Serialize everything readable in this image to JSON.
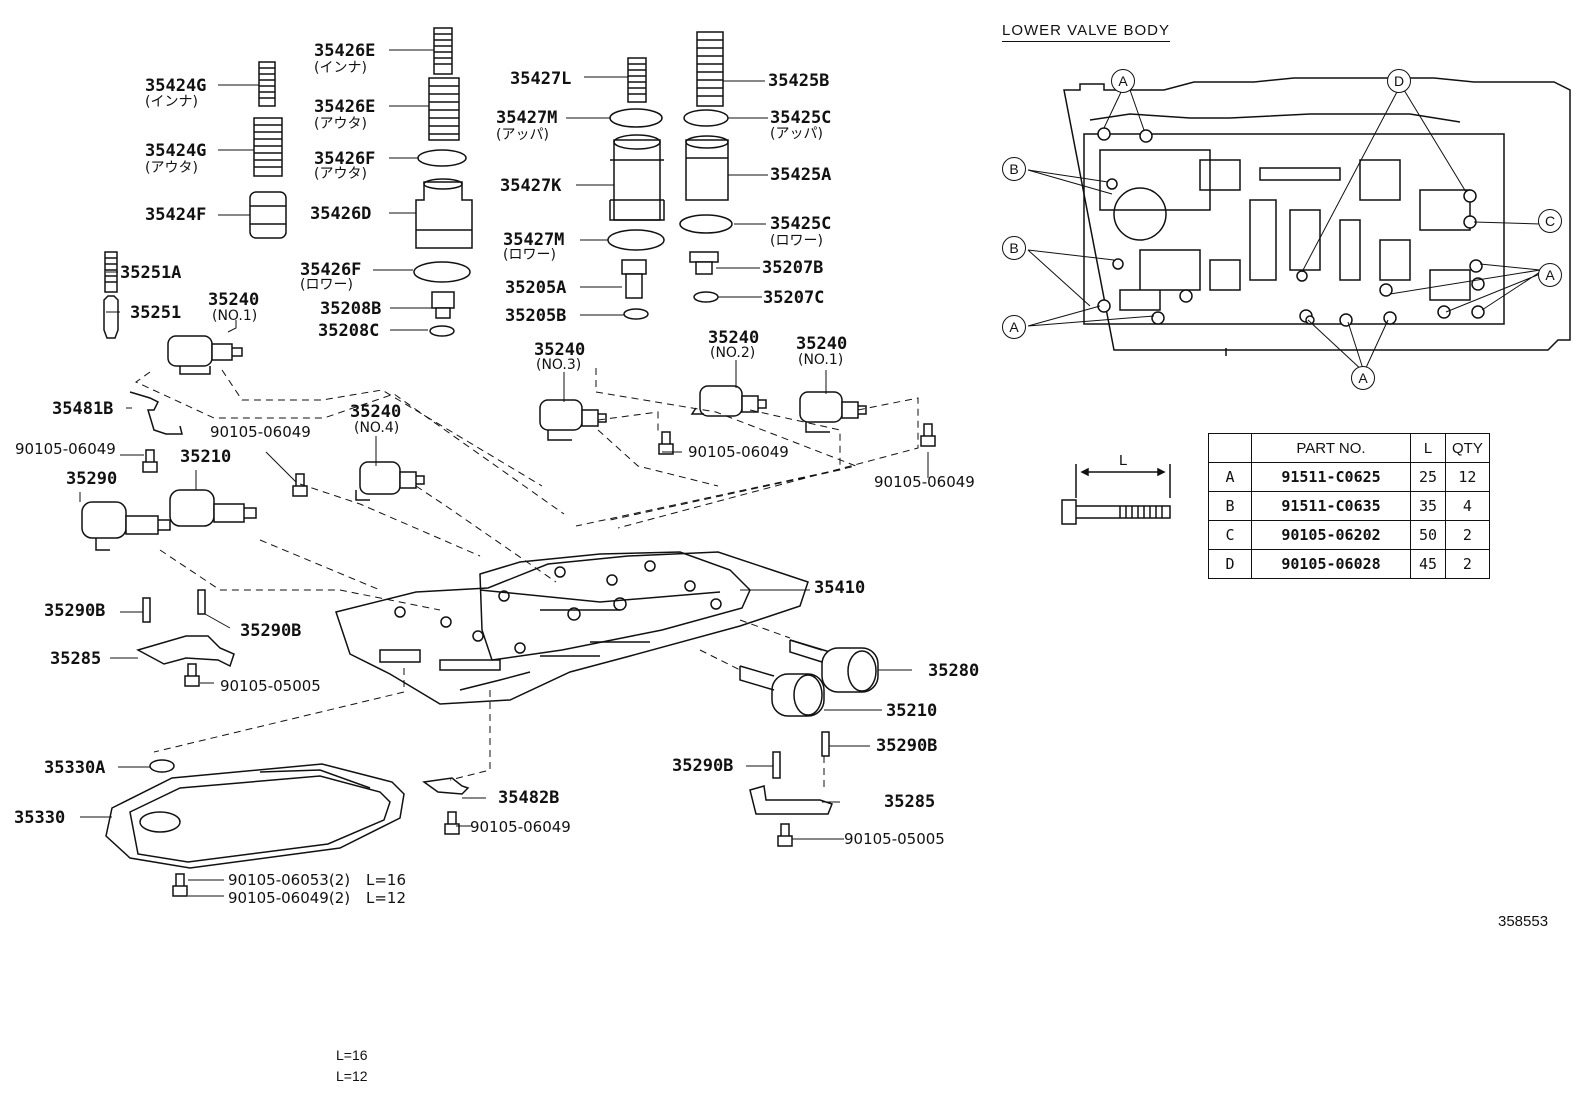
{
  "view_title": "LOWER VALVE BODY",
  "figure_number": "358553",
  "labels": {
    "p35426E_inner": "35426E",
    "p35426E_inner_note": "(インナ)",
    "p35424G_inner": "35424G",
    "p35424G_inner_note": "(インナ)",
    "p35426E_outer": "35426E",
    "p35426E_outer_note": "(アウタ)",
    "p35424G_outer": "35424G",
    "p35424G_outer_note": "(アウタ)",
    "p35426F_outer": "35426F",
    "p35426F_outer_note": "(アウタ)",
    "p35424F": "35424F",
    "p35426D": "35426D",
    "p35426F_lower": "35426F",
    "p35426F_lower_note": "(ロワー)",
    "p35208B": "35208B",
    "p35208C": "35208C",
    "p35427L": "35427L",
    "p35427M_upper": "35427M",
    "p35427M_upper_note": "(アッパ)",
    "p35427K": "35427K",
    "p35427M_lower": "35427M",
    "p35427M_lower_note": "(ロワー)",
    "p35205A": "35205A",
    "p35205B": "35205B",
    "p35425B": "35425B",
    "p35425C_upper": "35425C",
    "p35425C_upper_note": "(アッパ)",
    "p35425A": "35425A",
    "p35425C_lower": "35425C",
    "p35425C_lower_note": "(ロワー)",
    "p35207B": "35207B",
    "p35207C": "35207C",
    "p35251A": "35251A",
    "p35251": "35251",
    "p35240_no1_left": "35240",
    "p35240_no1_left_note": "(NO.1)",
    "p35481B": "35481B",
    "b90105_06049_a": "90105-06049",
    "b90105_06049_b": "90105-06049",
    "p35240_no4": "35240",
    "p35240_no4_note": "(NO.4)",
    "p35240_no3": "35240",
    "p35240_no3_note": "(NO.3)",
    "p35240_no2": "35240",
    "p35240_no2_note": "(NO.2)",
    "p35240_no1_right": "35240",
    "p35240_no1_right_note": "(NO.1)",
    "b90105_06049_c": "90105-06049",
    "b90105_06049_d": "90105-06049",
    "p35290_top": "35290",
    "p35210_top": "35210",
    "p35410": "35410",
    "p35290B_a": "35290B",
    "p35290B_b": "35290B",
    "p35285_left": "35285",
    "b90105_05005_left": "90105-05005",
    "p35280": "35280",
    "p35210_right": "35210",
    "p35330A": "35330A",
    "p35330": "35330",
    "p35482B": "35482B",
    "b90105_06049_e": "90105-06049",
    "p35290B_c": "35290B",
    "p35290B_d": "35290B",
    "p35285_right": "35285",
    "b90105_05005_right": "90105-05005",
    "b90105_06053": "90105-06053(2)",
    "b90105_06053_len": "L=16",
    "b90105_06049_2": "90105-06049(2)",
    "b90105_06049_2_len": "L=12"
  },
  "footnotes": [
    "L=16",
    "L=12"
  ],
  "bolt_legend": {
    "dimension_label": "L"
  },
  "callouts": {
    "A": "A",
    "B": "B",
    "C": "C",
    "D": "D"
  },
  "parts_table": {
    "headers": [
      "",
      "PART NO.",
      "L",
      "QTY"
    ],
    "rows": [
      {
        "key": "A",
        "part_no": "91511-C0625",
        "l": "25",
        "qty": "12"
      },
      {
        "key": "B",
        "part_no": "91511-C0635",
        "l": "35",
        "qty": "4"
      },
      {
        "key": "C",
        "part_no": "90105-06202",
        "l": "50",
        "qty": "2"
      },
      {
        "key": "D",
        "part_no": "90105-06028",
        "l": "45",
        "qty": "2"
      }
    ]
  }
}
